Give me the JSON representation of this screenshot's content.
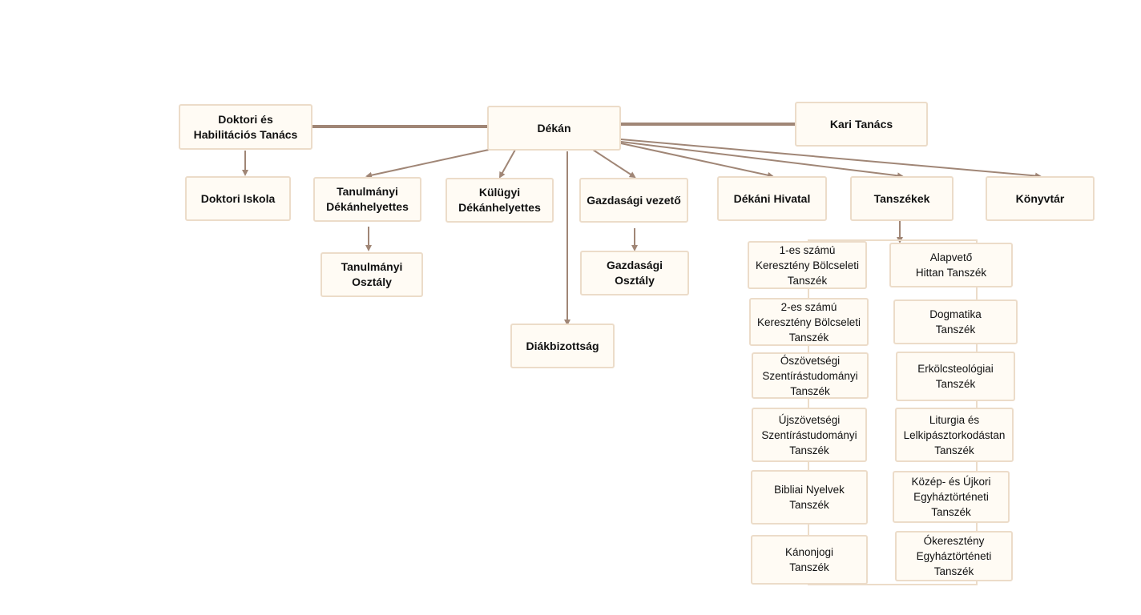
{
  "nodes": {
    "doktori_habil": "Doktori és\nHabilitációs  Tanács",
    "dekan": "Dékán",
    "kari_tanacs": "Kari Tanács",
    "doktori_iskola": "Doktori Iskola",
    "tanulmanyi_dh": "Tanulmányi\nDékánhelyettes",
    "kulugyi_dh": "Külügyi\nDékánhelyettes",
    "gazdasagi_vezeto": "Gazdasági vezető",
    "dekani_hivatal": "Dékáni Hivatal",
    "tanszekek": "Tanszékek",
    "konyvtar": "Könyvtár",
    "tanulmanyi_osztaly": "Tanulmányi\nOsztály",
    "gazdasagi_osztaly": "Gazdasági\nOsztály",
    "diakbizottsag": "Diákbizottság"
  },
  "departments": {
    "left": [
      "1-es számú\nKeresztény Bölcseleti\nTanszék",
      "2-es számú\nKeresztény Bölcseleti\nTanszék",
      "Ószövetségi\nSzentírástudományi\nTanszék",
      "Újszövetségi\nSzentírástudományi\nTanszék",
      "Bibliai Nyelvek\nTanszék",
      "Kánonjogi\nTanszék"
    ],
    "right": [
      "Alapvető\nHittan Tanszék",
      "Dogmatika\nTanszék",
      "Erkölcsteológiai\nTanszék",
      "Liturgia és\nLelkipásztorkodástan\nTanszék",
      "Közép- és Újkori\nEgyháztörténeti\nTanszék",
      "Ókeresztény\nEgyháztörténeti\nTanszék"
    ]
  },
  "colors": {
    "line": "#a08676",
    "box_border": "#ecdcc9",
    "box_fill": "#fffbf4"
  }
}
